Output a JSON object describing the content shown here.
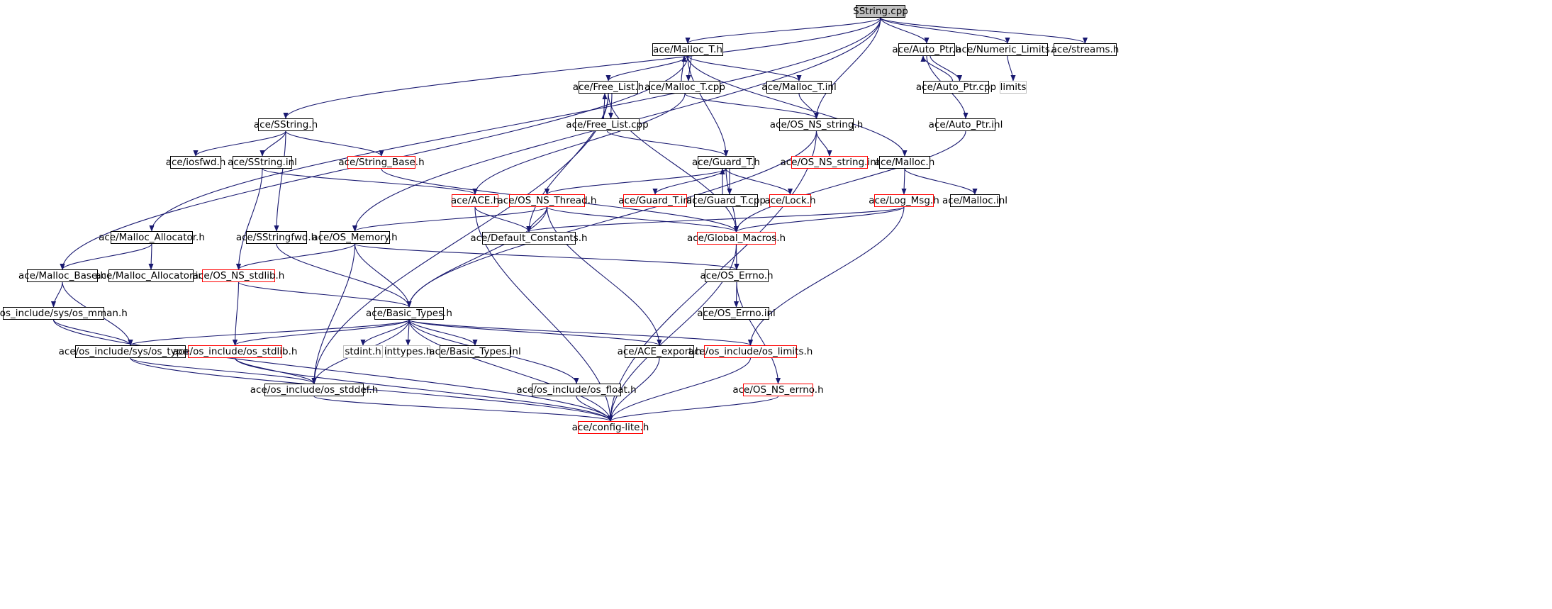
{
  "diagram": {
    "title": "",
    "colors": {
      "edge": "#191970",
      "truncated_border": "#ff0000",
      "external_border": "#bfbfbf",
      "root_fill": "#bfbfbf"
    },
    "nodes": {
      "SString_cpp": {
        "label": "SString.cpp",
        "kind": "root"
      },
      "Malloc_T_h": {
        "label": "ace/Malloc_T.h"
      },
      "Auto_Ptr_h": {
        "label": "ace/Auto_Ptr.h"
      },
      "Numeric_Limits_h": {
        "label": "ace/Numeric_Limits.h"
      },
      "streams_h": {
        "label": "ace/streams.h"
      },
      "Free_List_h": {
        "label": "ace/Free_List.h"
      },
      "Malloc_T_cpp": {
        "label": "ace/Malloc_T.cpp"
      },
      "Malloc_T_inl": {
        "label": "ace/Malloc_T.inl"
      },
      "Auto_Ptr_cpp": {
        "label": "ace/Auto_Ptr.cpp"
      },
      "limits": {
        "label": "limits",
        "kind": "external"
      },
      "SString_h": {
        "label": "ace/SString.h"
      },
      "Free_List_cpp": {
        "label": "ace/Free_List.cpp"
      },
      "OS_NS_string_h": {
        "label": "ace/OS_NS_string.h"
      },
      "Auto_Ptr_inl": {
        "label": "ace/Auto_Ptr.inl"
      },
      "iosfwd_h": {
        "label": "ace/iosfwd.h"
      },
      "SString_inl": {
        "label": "ace/SString.inl"
      },
      "String_Base_h": {
        "label": "ace/String_Base.h",
        "kind": "truncated"
      },
      "Guard_T_h": {
        "label": "ace/Guard_T.h"
      },
      "OS_NS_string_inl": {
        "label": "ace/OS_NS_string.inl",
        "kind": "truncated"
      },
      "Malloc_h": {
        "label": "ace/Malloc.h"
      },
      "ACE_h": {
        "label": "ace/ACE.h",
        "kind": "truncated"
      },
      "OS_NS_Thread_h": {
        "label": "ace/OS_NS_Thread.h",
        "kind": "truncated"
      },
      "Guard_T_inl": {
        "label": "ace/Guard_T.inl",
        "kind": "truncated"
      },
      "Guard_T_cpp": {
        "label": "ace/Guard_T.cpp"
      },
      "Lock_h": {
        "label": "ace/Lock.h",
        "kind": "truncated"
      },
      "Log_Msg_h": {
        "label": "ace/Log_Msg.h",
        "kind": "truncated"
      },
      "Malloc_inl": {
        "label": "ace/Malloc.inl"
      },
      "Malloc_Allocator_h": {
        "label": "ace/Malloc_Allocator.h"
      },
      "SStringfwd_h": {
        "label": "ace/SStringfwd.h"
      },
      "OS_Memory_h": {
        "label": "ace/OS_Memory.h"
      },
      "Default_Constants_h": {
        "label": "ace/Default_Constants.h"
      },
      "Global_Macros_h": {
        "label": "ace/Global_Macros.h",
        "kind": "truncated"
      },
      "Malloc_Base_h": {
        "label": "ace/Malloc_Base.h"
      },
      "Malloc_Allocator_inl": {
        "label": "ace/Malloc_Allocator.inl"
      },
      "OS_NS_stdlib_h": {
        "label": "ace/OS_NS_stdlib.h",
        "kind": "truncated"
      },
      "OS_Errno_h": {
        "label": "ace/OS_Errno.h"
      },
      "os_mman_h": {
        "label": "ace/os_include/sys/os_mman.h"
      },
      "Basic_Types_h": {
        "label": "ace/Basic_Types.h"
      },
      "OS_Errno_inl": {
        "label": "ace/OS_Errno.inl"
      },
      "os_types_h": {
        "label": "ace/os_include/sys/os_types.h"
      },
      "os_stdlib_h": {
        "label": "ace/os_include/os_stdlib.h",
        "kind": "truncated"
      },
      "stdint_h": {
        "label": "stdint.h",
        "kind": "external"
      },
      "inttypes_h": {
        "label": "inttypes.h",
        "kind": "external"
      },
      "Basic_Types_inl": {
        "label": "ace/Basic_Types.inl"
      },
      "ACE_export_h": {
        "label": "ace/ACE_export.h"
      },
      "os_limits_h": {
        "label": "ace/os_include/os_limits.h",
        "kind": "truncated"
      },
      "os_stddef_h": {
        "label": "ace/os_include/os_stddef.h"
      },
      "os_float_h": {
        "label": "ace/os_include/os_float.h"
      },
      "OS_NS_errno_h": {
        "label": "ace/OS_NS_errno.h",
        "kind": "truncated"
      },
      "config_lite_h": {
        "label": "ace/config-lite.h",
        "kind": "truncated"
      }
    },
    "edges": [
      [
        "SString_cpp",
        "Malloc_T_h"
      ],
      [
        "SString_cpp",
        "Auto_Ptr_h"
      ],
      [
        "SString_cpp",
        "Numeric_Limits_h"
      ],
      [
        "SString_cpp",
        "streams_h"
      ],
      [
        "SString_cpp",
        "SString_h"
      ],
      [
        "SString_cpp",
        "OS_NS_string_h"
      ],
      [
        "SString_cpp",
        "OS_Memory_h"
      ],
      [
        "SString_cpp",
        "Malloc_Allocator_h"
      ],
      [
        "Malloc_T_h",
        "Free_List_h"
      ],
      [
        "Malloc_T_h",
        "Malloc_T_cpp"
      ],
      [
        "Malloc_T_cpp",
        "Malloc_T_h"
      ],
      [
        "Malloc_T_h",
        "Malloc_T_inl"
      ],
      [
        "Malloc_T_h",
        "Guard_T_h"
      ],
      [
        "Malloc_T_h",
        "Malloc_h"
      ],
      [
        "Malloc_T_h",
        "Malloc_Base_h"
      ],
      [
        "Auto_Ptr_h",
        "Auto_Ptr_cpp"
      ],
      [
        "Auto_Ptr_cpp",
        "Auto_Ptr_h"
      ],
      [
        "Auto_Ptr_h",
        "Auto_Ptr_inl"
      ],
      [
        "Numeric_Limits_h",
        "limits"
      ],
      [
        "Free_List_h",
        "Free_List_cpp"
      ],
      [
        "Free_List_cpp",
        "Free_List_h"
      ],
      [
        "Free_List_h",
        "Default_Constants_h"
      ],
      [
        "Free_List_h",
        "Global_Macros_h"
      ],
      [
        "Free_List_h",
        "os_stddef_h"
      ],
      [
        "Malloc_T_cpp",
        "ACE_h"
      ],
      [
        "Malloc_T_cpp",
        "OS_NS_string_h"
      ],
      [
        "Malloc_T_inl",
        "OS_NS_string_h"
      ],
      [
        "SString_h",
        "iosfwd_h"
      ],
      [
        "SString_h",
        "SString_inl"
      ],
      [
        "SString_h",
        "String_Base_h"
      ],
      [
        "SString_h",
        "SStringfwd_h"
      ],
      [
        "Free_List_cpp",
        "Guard_T_h"
      ],
      [
        "OS_NS_string_h",
        "OS_NS_string_inl"
      ],
      [
        "OS_NS_string_h",
        "Basic_Types_h"
      ],
      [
        "OS_NS_string_h",
        "config_lite_h"
      ],
      [
        "Auto_Ptr_inl",
        "Global_Macros_h"
      ],
      [
        "SString_inl",
        "ACE_h"
      ],
      [
        "SString_inl",
        "OS_NS_stdlib_h"
      ],
      [
        "String_Base_h",
        "Global_Macros_h"
      ],
      [
        "Guard_T_h",
        "OS_NS_Thread_h"
      ],
      [
        "Guard_T_h",
        "Guard_T_inl"
      ],
      [
        "Guard_T_h",
        "Guard_T_cpp"
      ],
      [
        "Guard_T_cpp",
        "Guard_T_h"
      ],
      [
        "Guard_T_h",
        "Lock_h"
      ],
      [
        "Guard_T_h",
        "Global_Macros_h"
      ],
      [
        "Malloc_h",
        "Log_Msg_h"
      ],
      [
        "Malloc_h",
        "Malloc_inl"
      ],
      [
        "ACE_h",
        "Default_Constants_h"
      ],
      [
        "ACE_h",
        "config_lite_h"
      ],
      [
        "OS_NS_Thread_h",
        "OS_Memory_h"
      ],
      [
        "OS_NS_Thread_h",
        "Default_Constants_h"
      ],
      [
        "OS_NS_Thread_h",
        "Global_Macros_h"
      ],
      [
        "OS_NS_Thread_h",
        "Basic_Types_h"
      ],
      [
        "OS_NS_Thread_h",
        "ACE_export_h"
      ],
      [
        "Log_Msg_h",
        "Default_Constants_h"
      ],
      [
        "Log_Msg_h",
        "Global_Macros_h"
      ],
      [
        "Log_Msg_h",
        "os_limits_h"
      ],
      [
        "Malloc_Allocator_h",
        "Malloc_Base_h"
      ],
      [
        "Malloc_Allocator_h",
        "Malloc_Allocator_inl"
      ],
      [
        "SStringfwd_h",
        "Basic_Types_h"
      ],
      [
        "OS_Memory_h",
        "OS_NS_stdlib_h"
      ],
      [
        "OS_Memory_h",
        "Basic_Types_h"
      ],
      [
        "OS_Memory_h",
        "OS_Errno_h"
      ],
      [
        "OS_Memory_h",
        "os_stddef_h"
      ],
      [
        "Global_Macros_h",
        "OS_Errno_h"
      ],
      [
        "Global_Macros_h",
        "config_lite_h"
      ],
      [
        "Malloc_Base_h",
        "os_mman_h"
      ],
      [
        "Malloc_Base_h",
        "os_types_h"
      ],
      [
        "OS_NS_stdlib_h",
        "Basic_Types_h"
      ],
      [
        "OS_NS_stdlib_h",
        "os_stdlib_h"
      ],
      [
        "OS_Errno_h",
        "OS_Errno_inl"
      ],
      [
        "OS_Errno_h",
        "OS_NS_errno_h"
      ],
      [
        "os_mman_h",
        "os_types_h"
      ],
      [
        "os_mman_h",
        "config_lite_h"
      ],
      [
        "Basic_Types_h",
        "os_types_h"
      ],
      [
        "Basic_Types_h",
        "os_stdlib_h"
      ],
      [
        "Basic_Types_h",
        "stdint_h"
      ],
      [
        "Basic_Types_h",
        "inttypes_h"
      ],
      [
        "Basic_Types_h",
        "Basic_Types_inl"
      ],
      [
        "Basic_Types_h",
        "ACE_export_h"
      ],
      [
        "Basic_Types_h",
        "os_limits_h"
      ],
      [
        "Basic_Types_h",
        "os_stddef_h"
      ],
      [
        "Basic_Types_h",
        "os_float_h"
      ],
      [
        "Basic_Types_h",
        "config_lite_h"
      ],
      [
        "os_types_h",
        "os_stddef_h"
      ],
      [
        "os_types_h",
        "config_lite_h"
      ],
      [
        "os_stdlib_h",
        "os_stddef_h"
      ],
      [
        "os_stdlib_h",
        "config_lite_h"
      ],
      [
        "ACE_export_h",
        "config_lite_h"
      ],
      [
        "os_limits_h",
        "config_lite_h"
      ],
      [
        "os_stddef_h",
        "config_lite_h"
      ],
      [
        "os_float_h",
        "config_lite_h"
      ],
      [
        "OS_NS_errno_h",
        "config_lite_h"
      ]
    ]
  }
}
